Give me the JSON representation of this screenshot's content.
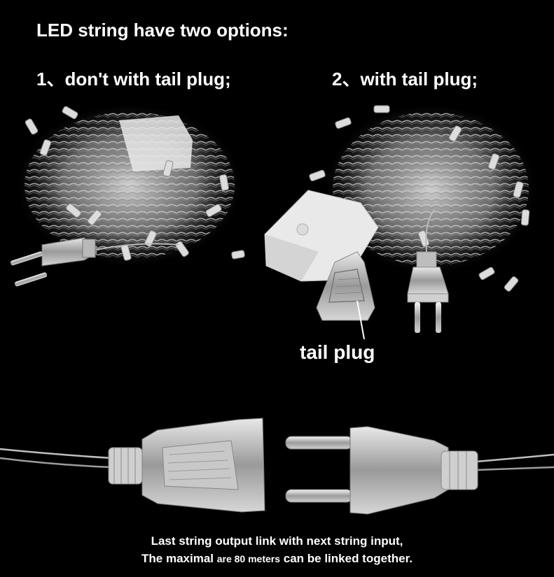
{
  "heading": "LED string have two options:",
  "options": [
    {
      "label": "1、don't with tail plug;"
    },
    {
      "label": "2、with tail plug;"
    }
  ],
  "tail_plug_label": "tail plug",
  "footer": {
    "line1": "Last string output link with next string input,",
    "line2_a": "The maximal ",
    "line2_b": "are 80 meters",
    "line2_c": " can be linked together."
  }
}
